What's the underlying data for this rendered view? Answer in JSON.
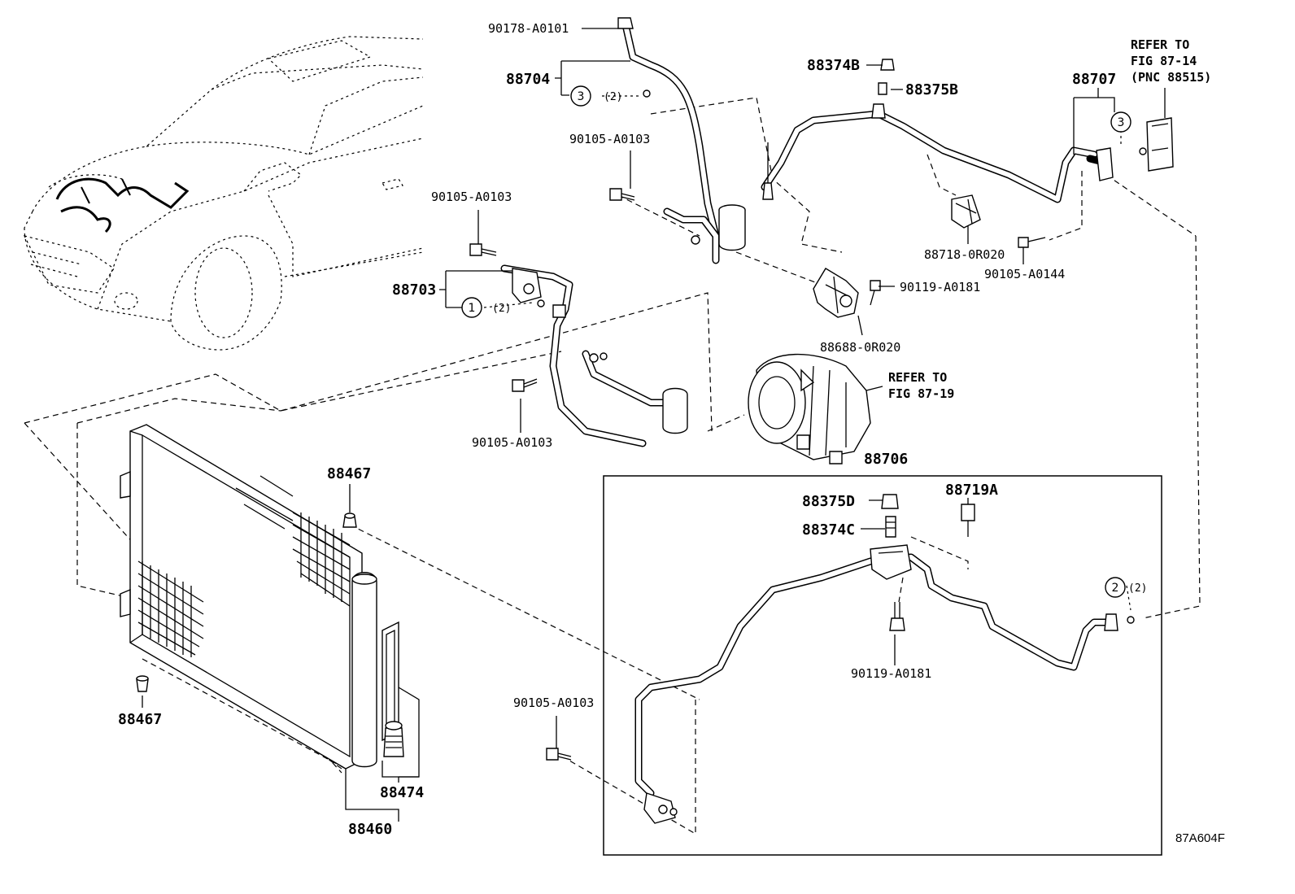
{
  "labels": {
    "p90178_A0101": "90178-A0101",
    "p88704": "88704",
    "p88704_qty": "(2)",
    "p88374B": "88374B",
    "p88375B": "88375B",
    "p88707": "88707",
    "refer_fig_87_14_l1": "REFER TO",
    "refer_fig_87_14_l2": "FIG 87-14",
    "refer_fig_87_14_l3": "(PNC 88515)",
    "p90105_A0103_a": "90105-A0103",
    "p90105_A0103_b": "90105-A0103",
    "p88703": "88703",
    "p88703_qty": "(2)",
    "p88718_0R020": "88718-0R020",
    "p90105_A0144": "90105-A0144",
    "p90119_A0181_a": "90119-A0181",
    "p88688_0R020": "88688-0R020",
    "refer_fig_87_19_l1": "REFER TO",
    "refer_fig_87_19_l2": "FIG 87-19",
    "p90105_A0103_c": "90105-A0103",
    "p88706": "88706",
    "p88467_a": "88467",
    "p88375D": "88375D",
    "p88719A": "88719A",
    "p88374C": "88374C",
    "p88707_qty": "(2)",
    "p90119_A0181_b": "90119-A0181",
    "p88467_b": "88467",
    "p90105_A0103_d": "90105-A0103",
    "p88474": "88474",
    "p88460": "88460",
    "figure_code": "87A604F"
  },
  "callouts": {
    "c1": "1",
    "c2": "2",
    "c3a": "3",
    "c3b": "3"
  }
}
